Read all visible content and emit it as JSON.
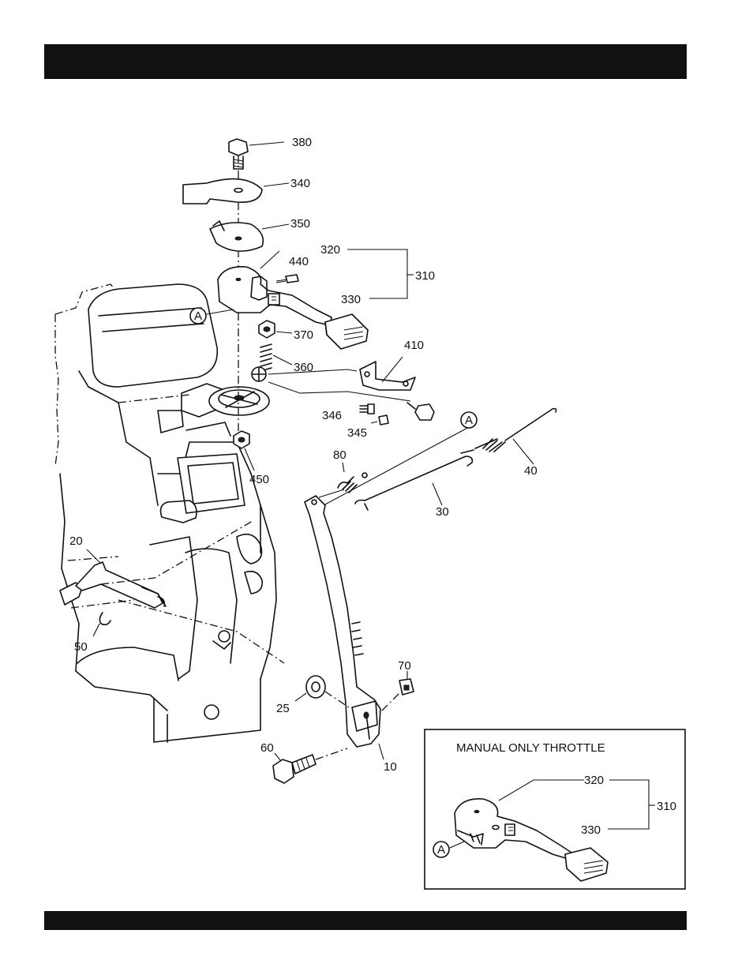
{
  "labels": {
    "p380": "380",
    "p340": "340",
    "p350": "350",
    "p320": "320",
    "p440": "440",
    "p310": "310",
    "p330": "330",
    "p370": "370",
    "p360": "360",
    "p410": "410",
    "p346": "346",
    "p345": "345",
    "p80": "80",
    "p40": "40",
    "p30": "30",
    "p450": "450",
    "p20": "20",
    "p50": "50",
    "p70": "70",
    "p25": "25",
    "p60": "60",
    "p10": "10",
    "refA1": "A",
    "refA2": "A"
  },
  "inset": {
    "title": "MANUAL ONLY THROTTLE",
    "p320": "320",
    "p310": "310",
    "p330": "330",
    "refA": "A"
  }
}
